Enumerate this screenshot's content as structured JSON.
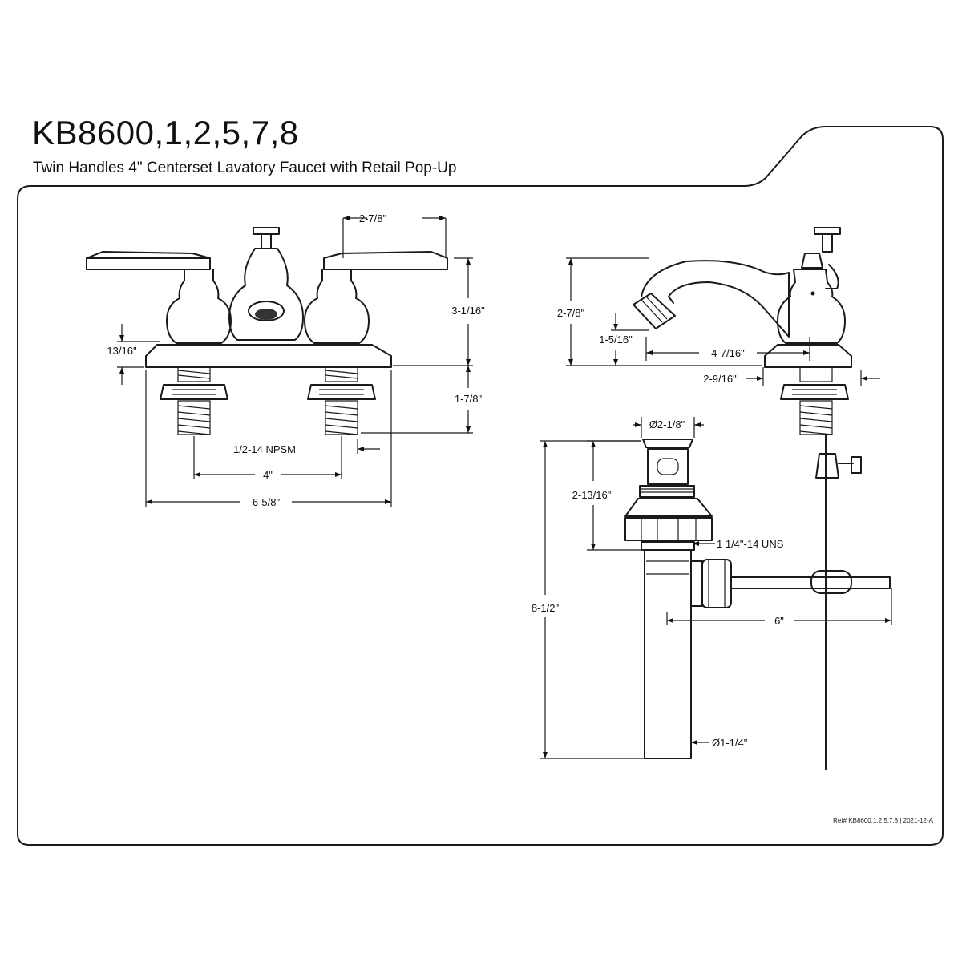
{
  "header": {
    "model": "KB8600,1,2,5,7,8",
    "description": "Twin Handles 4\" Centerset Lavatory Faucet with Retail Pop-Up"
  },
  "front_view": {
    "handle_spacing": "2-7/8\"",
    "overall_height": "3-1/16\"",
    "deck_height": "13/16\"",
    "shank_length": "1-7/8\"",
    "thread": "1/2-14 NPSM",
    "center_spacing": "4\"",
    "base_width": "6-5/8\""
  },
  "side_view": {
    "spout_height": "2-7/8\"",
    "spout_clearance": "1-5/16\"",
    "spout_reach": "4-7/16\"",
    "base_depth": "2-9/16\""
  },
  "popup_view": {
    "flange_diameter": "Ø2-1/8\"",
    "flange_height": "2-13/16\"",
    "thread": "1 1/4\"-14 UNS",
    "overall_length": "8-1/2\"",
    "rod_length": "6\"",
    "tail_diameter": "Ø1-1/4\""
  },
  "footer": {
    "reference": "Ref# KB8600,1,2,5,7,8 | 2021-12-A"
  }
}
